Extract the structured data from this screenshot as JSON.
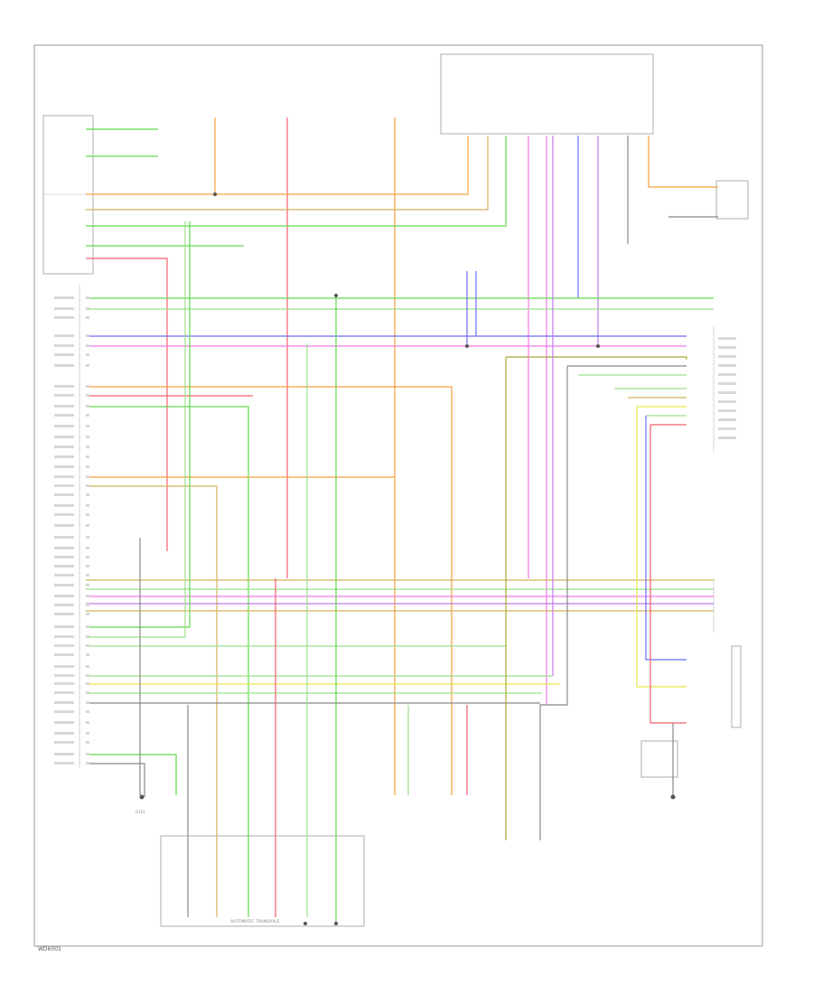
{
  "colors": {
    "orange": "#f7a13c",
    "tan": "#d4b25a",
    "green": "#62d84e",
    "lightgreen": "#9be08c",
    "pink": "#f07ae6",
    "red": "#f5606a",
    "blue": "#6a6ef5",
    "yellow": "#e8e64a",
    "purple": "#c27ae8",
    "gray": "#888888",
    "olive": "#a8a838"
  },
  "labels": {
    "bottom_left_code": "WD6001",
    "ground_left": "G101",
    "automatic_transaxle": "AUTOMATIC TRANSAXLE"
  }
}
